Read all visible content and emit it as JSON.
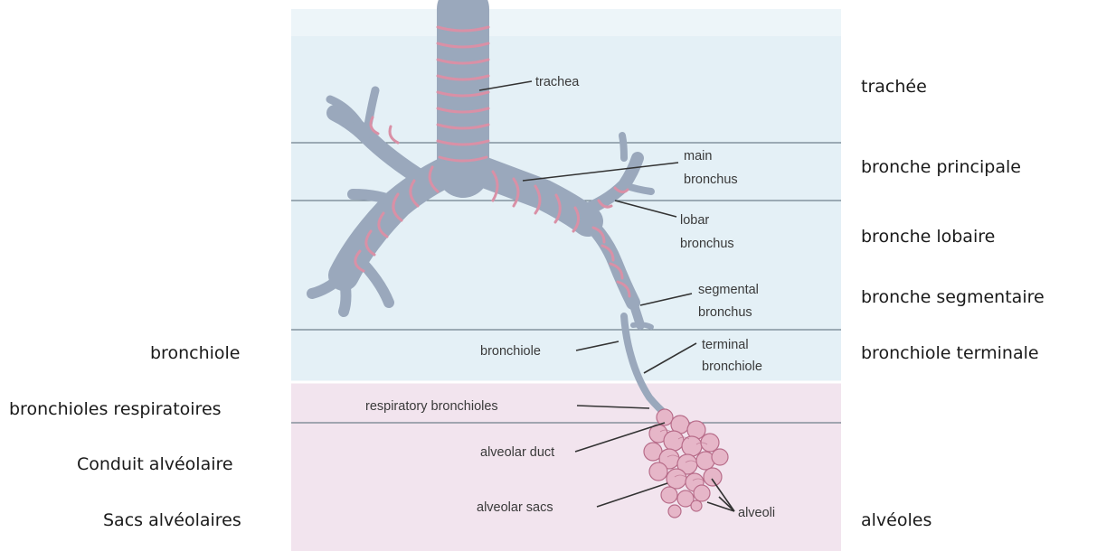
{
  "panel_colors": {
    "conducting_zone": "#e4f0f6",
    "respiratory_zone": "#f2e4ee",
    "airway_fill": "#9aa8bc",
    "cartilage_ring": "#d990a6",
    "alveoli": "#e6b6c8",
    "leader": "#333333"
  },
  "english_labels": {
    "trachea": "trachea",
    "main_bronchus_1": "main",
    "main_bronchus_2": "bronchus",
    "lobar_bronchus_1": "lobar",
    "lobar_bronchus_2": "bronchus",
    "segmental_bronchus_1": "segmental",
    "segmental_bronchus_2": "bronchus",
    "bronchiole": "bronchiole",
    "terminal_bronchiole_1": "terminal",
    "terminal_bronchiole_2": "bronchiole",
    "respiratory_bronchioles": "respiratory bronchioles",
    "alveolar_duct": "alveolar duct",
    "alveolar_sacs": "alveolar sacs",
    "alveoli": "alveoli"
  },
  "french_right": {
    "trachee": "trachée",
    "bronche_principale": "bronche principale",
    "bronche_lobaire": "bronche lobaire",
    "bronche_segmentaire": "bronche segmentaire",
    "bronchiole_terminale": "bronchiole terminale",
    "alveoles": "alvéoles"
  },
  "french_left": {
    "bronchiole": "bronchiole",
    "bronchioles_respiratoires": "bronchioles respiratoires",
    "conduit_alveolaire": "Conduit alvéolaire",
    "sacs_alveolaires": "Sacs alvéolaires"
  }
}
